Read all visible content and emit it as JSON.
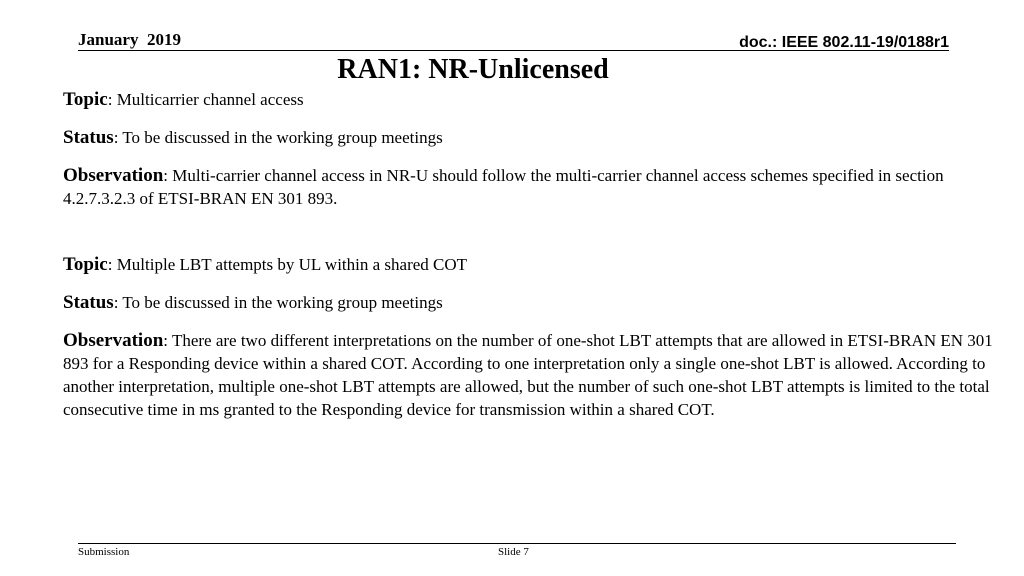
{
  "header": {
    "date": "January  2019",
    "doc_id": "doc.: IEEE 802.11-19/0188r1"
  },
  "slide": {
    "title": "RAN1: NR-Unlicensed",
    "items": [
      {
        "topic_label": "Topic",
        "topic_text": ": Multicarrier channel access",
        "status_label": "Status",
        "status_text": ": To be discussed in the working group meetings",
        "observation_label": "Observation",
        "observation_text": ": Multi-carrier channel access in NR-U should follow the multi-carrier channel access schemes specified in section 4.2.7.3.2.3 of ETSI-BRAN EN 301 893."
      },
      {
        "topic_label": "Topic",
        "topic_text": ": Multiple LBT attempts by UL within a shared COT",
        "status_label": "Status",
        "status_text": ": To be discussed in the working group meetings",
        "observation_label": "Observation",
        "observation_text": ": There are two different interpretations on the number of one-shot LBT attempts that are allowed in ETSI-BRAN EN 301 893 for a Responding device within a shared COT. According to one interpretation only a single one-shot LBT is allowed. According to another interpretation, multiple one-shot LBT attempts are allowed, but the number of such one-shot LBT attempts is limited to the total consecutive time in ms granted to the Responding device for transmission within a shared COT."
      }
    ]
  },
  "footer": {
    "left": "Submission",
    "center": "Slide 7"
  }
}
